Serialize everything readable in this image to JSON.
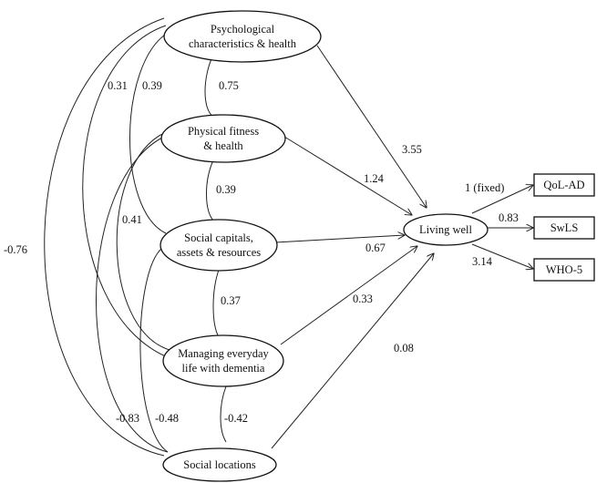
{
  "nodes": {
    "psych": [
      "Psychological",
      "characteristics & health"
    ],
    "physical": [
      "Physical fitness",
      "& health"
    ],
    "social_capitals": [
      "Social capitals,",
      "assets & resources"
    ],
    "managing": [
      "Managing everyday",
      "life with dementia"
    ],
    "social_locations": [
      "Social locations"
    ],
    "living_well": [
      "Living well"
    ],
    "qol": [
      "QoL-AD"
    ],
    "swls": [
      "SwLS"
    ],
    "who5": [
      "WHO-5"
    ]
  },
  "paths": {
    "psych_to_living": "3.55",
    "physical_to_living": "1.24",
    "social_capitals_to_living": "0.67",
    "managing_to_living": "0.33",
    "social_locations_to_living": "0.08",
    "living_to_qol": "1 (fixed)",
    "living_to_swls": "0.83",
    "living_to_who5": "3.14"
  },
  "correlations": {
    "psych_physical": "0.75",
    "physical_social_capitals": "0.39",
    "social_capitals_managing": "0.37",
    "managing_social_locations": "-0.42",
    "psych_social_capitals": "0.39",
    "psych_managing": "0.31",
    "psych_social_locations": "-0.76",
    "physical_managing": "0.41",
    "physical_social_locations": "-0.83",
    "social_capitals_social_locations": "-0.48"
  }
}
